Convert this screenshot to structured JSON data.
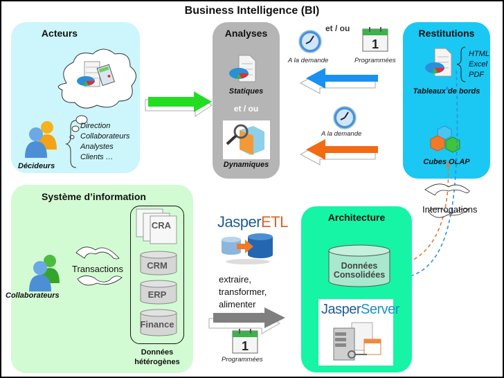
{
  "title": "Business Intelligence (BI)",
  "colors": {
    "acteurs_bg": "#ccf6fb",
    "analyses_bg": "#b5b5b5",
    "restitutions_bg": "#1bc7f3",
    "systeme_bg": "#d3fbd3",
    "architecture_bg": "#16f5a5",
    "arrow_green": "#22dd22",
    "arrow_blue": "#1a90f0",
    "arrow_orange": "#f26a12",
    "arrow_gray": "#7f7f7f",
    "dashed_orange": "#e07b30",
    "dashed_blue": "#2c8fe0"
  },
  "acteurs": {
    "title": "Acteurs",
    "role_label": "Décideurs",
    "roles": [
      "Direction",
      "Collaborateurs",
      "Analystes",
      "Clients …"
    ],
    "icons": [
      "thought-cloud-icon",
      "report-icon",
      "calculator-icon",
      "users-icon"
    ]
  },
  "analyses": {
    "title": "Analyses",
    "static_label": "Statiques",
    "separator": "et / ou",
    "dynamic_label": "Dynamiques"
  },
  "flows_top": {
    "separator": "et / ou",
    "on_demand": "A la demande",
    "scheduled": "Programmées",
    "on_demand_2": "A la demande"
  },
  "restitutions": {
    "title": "Restitutions",
    "formats": [
      "HTML",
      "Excel",
      "PDF"
    ],
    "dashboards_label": "Tableaux de bords",
    "olap_label": "Cubes OLAP"
  },
  "interrogations_label": "Interrogations",
  "systeme": {
    "title": "Système d’information",
    "users_label": "Collaborateurs",
    "transactions_label": "Transactions",
    "sources": [
      "CRA",
      "CRM",
      "ERP",
      "Finance"
    ],
    "sources_caption_1": "Données",
    "sources_caption_2": "hétérogènes"
  },
  "etl": {
    "brand_a": "Jasper",
    "brand_b": "ETL",
    "steps": [
      "extraire,",
      "transformer,",
      "alimenter"
    ],
    "schedule_label": "Programmées"
  },
  "architecture": {
    "title": "Architecture",
    "db_line1": "Données",
    "db_line2": "Consolidées",
    "server_brand_a": "Jasper",
    "server_brand_b": "Server"
  }
}
